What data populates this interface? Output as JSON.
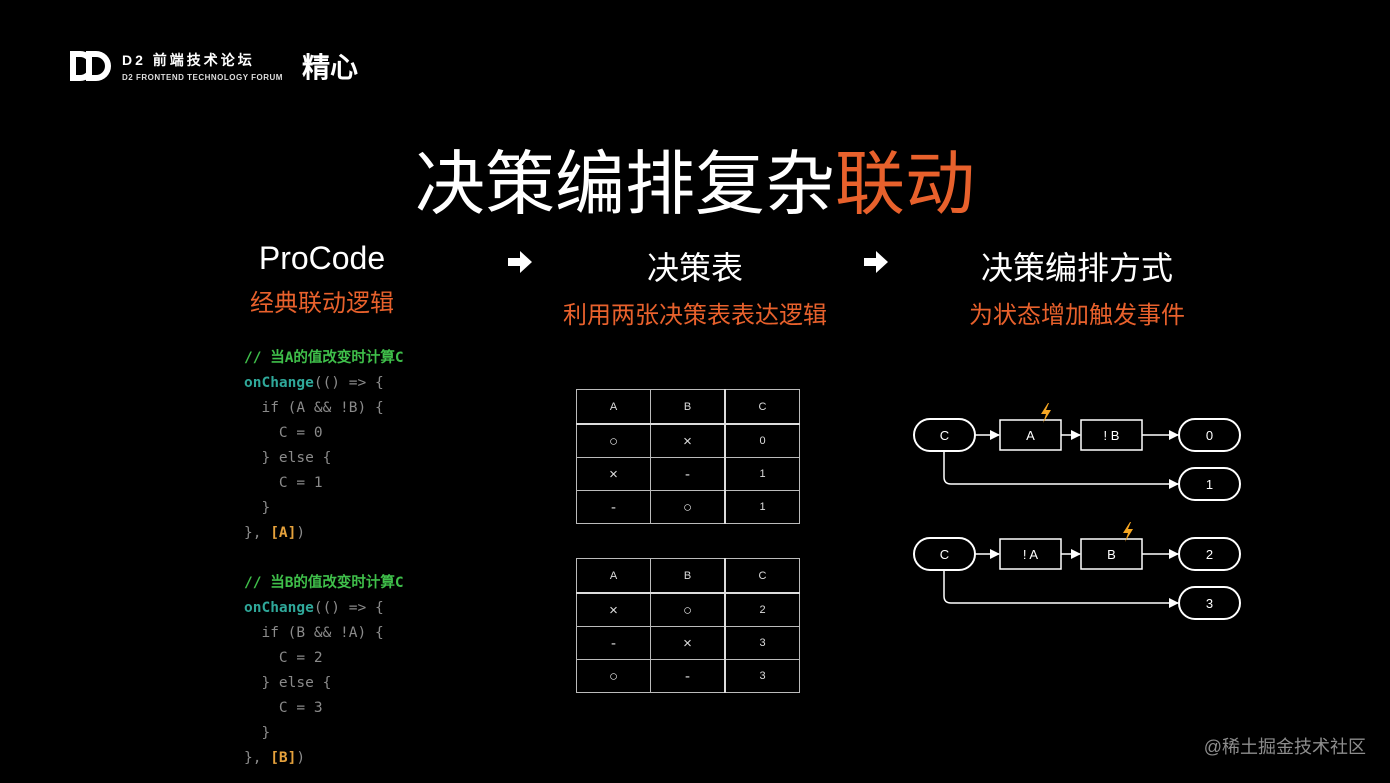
{
  "header": {
    "logo_cn": "D2 前端技术论坛",
    "logo_en": "D2 FRONTEND TECHNOLOGY FORUM",
    "brand": "精心"
  },
  "title": {
    "main": "决策编排复杂",
    "highlight": "联动"
  },
  "columns": [
    {
      "heading": "ProCode",
      "subheading": "经典联动逻辑"
    },
    {
      "heading": "决策表",
      "subheading": "利用两张决策表表达逻辑"
    },
    {
      "heading": "决策编排方式",
      "subheading": "为状态增加触发事件"
    }
  ],
  "code_blocks": [
    {
      "comment": "// 当A的值改变时计算C",
      "fn": "onChange",
      "l1": "(() => {",
      "l2": "  if (A && !B) {",
      "l3": "    C = 0",
      "l4": "  } else {",
      "l5": "    C = 1",
      "l6": "  }",
      "l7": "}, ",
      "dep": "[A]",
      "end": ")"
    },
    {
      "comment": "// 当B的值改变时计算C",
      "fn": "onChange",
      "l1": "(() => {",
      "l2": "  if (B && !A) {",
      "l3": "    C = 2",
      "l4": "  } else {",
      "l5": "    C = 3",
      "l6": "  }",
      "l7": "}, ",
      "dep": "[B]",
      "end": ")"
    }
  ],
  "tables": [
    {
      "headers": [
        "A",
        "B",
        "C"
      ],
      "rows": [
        [
          "○",
          "×",
          "0"
        ],
        [
          "×",
          "-",
          "1"
        ],
        [
          "-",
          "○",
          "1"
        ]
      ]
    },
    {
      "headers": [
        "A",
        "B",
        "C"
      ],
      "rows": [
        [
          "×",
          "○",
          "2"
        ],
        [
          "-",
          "×",
          "3"
        ],
        [
          "○",
          "-",
          "3"
        ]
      ]
    }
  ],
  "flows": [
    {
      "start": "C",
      "step1": "A",
      "step2": "! B",
      "out1": "0",
      "out2": "1",
      "trigger_on": "step1"
    },
    {
      "start": "C",
      "step1": "! A",
      "step2": "B",
      "out1": "2",
      "out2": "3",
      "trigger_on": "step2"
    }
  ],
  "watermark": "@稀土掘金技术社区",
  "colors": {
    "accent": "#e8612c",
    "comment": "#3fbf4a",
    "keyword": "#2fa89a",
    "dep": "#e6a23c",
    "bolt": "#f5a623"
  }
}
